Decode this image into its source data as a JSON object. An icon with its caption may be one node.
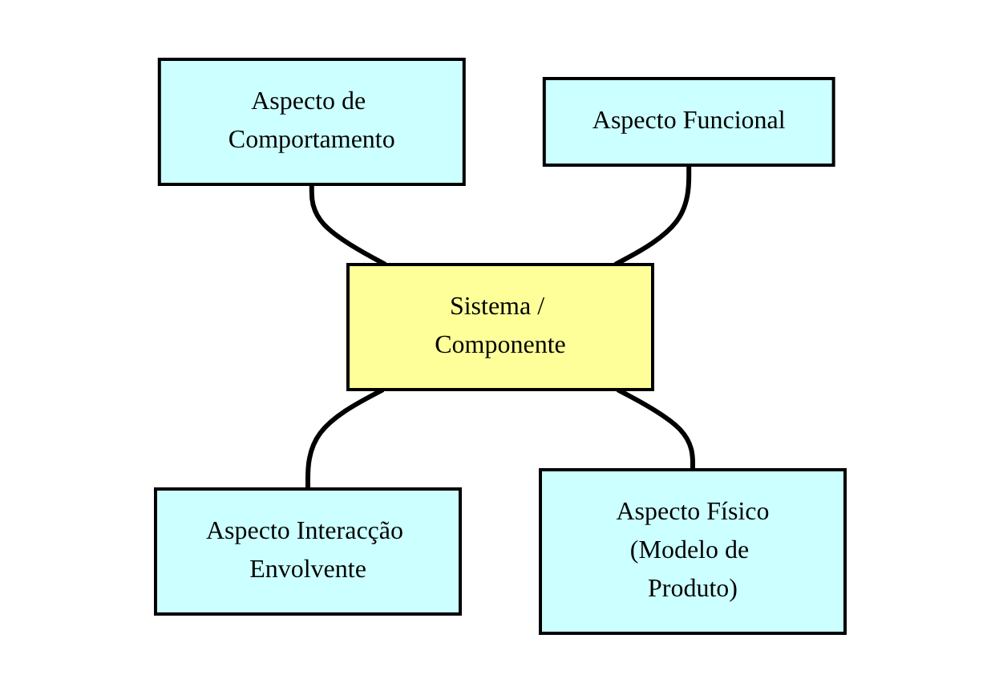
{
  "diagram": {
    "nodes": [
      {
        "text": [
          "Aspecto de Comportamento"
        ]
      },
      {
        "text": [
          "Aspecto Funcional"
        ]
      },
      {
        "text": [
          "Sistema / Componente"
        ]
      },
      {
        "text": [
          "Aspecto Interacção Envolvente"
        ]
      },
      {
        "text": [
          "Aspecto Físico",
          "(Modelo de Produto)"
        ]
      }
    ],
    "edges": [
      {
        "from": 0,
        "to": 2,
        "arrow": "none"
      },
      {
        "from": 1,
        "to": 2,
        "arrow": "none"
      },
      {
        "from": 2,
        "to": 3,
        "arrow": "none"
      },
      {
        "from": 2,
        "to": 4,
        "arrow": "none"
      }
    ]
  }
}
